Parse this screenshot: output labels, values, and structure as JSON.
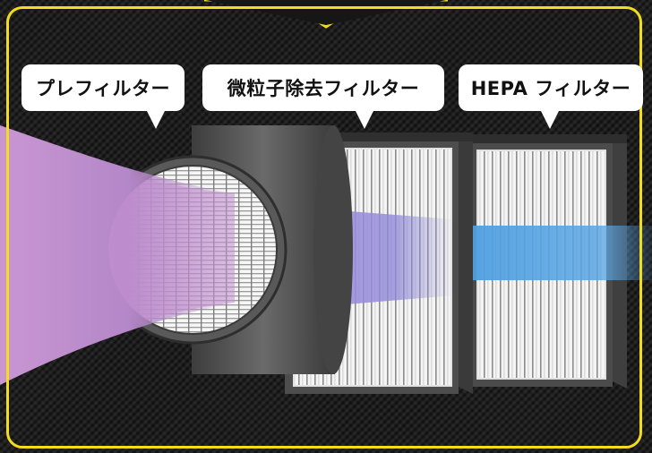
{
  "labels": {
    "prefilter": "プレフィルター",
    "fine_particle": "微粒子除去フィルター",
    "hepa": "HEPA フィルター"
  },
  "colors": {
    "frame": "#f2dc1b",
    "airflow_in": "#c68ed0",
    "airflow_mid": "#9c88d6",
    "airflow_out": "#4aa0e0",
    "filter_housing": "#555555",
    "filter_media": "#eeeeee"
  }
}
